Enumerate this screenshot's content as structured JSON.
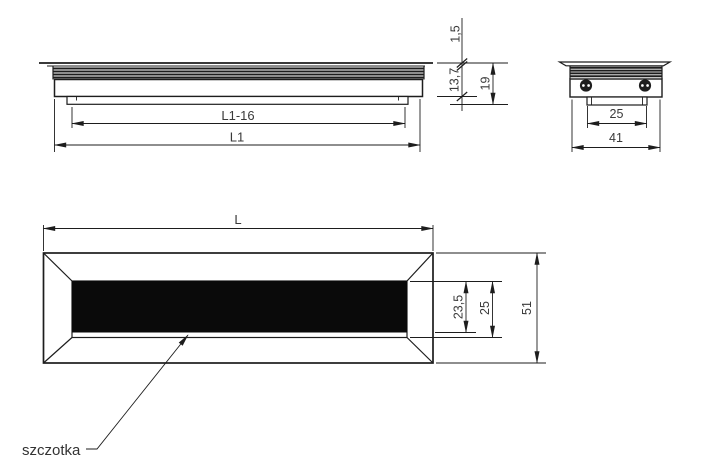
{
  "drawing": {
    "type": "technical-drawing",
    "subject": "cable grommet with brush",
    "background_color": "#ffffff",
    "line_color": "#1d1d1d",
    "text_color": "#3a3a3a",
    "brush_fill_color": "#0a0a0a",
    "views": {
      "side": {
        "name": "side-section-view",
        "dims": {
          "inner_length": "L1-16",
          "total_length": "L1",
          "flange_thickness": "1,5",
          "body_depth": "13,7",
          "total_height": "19"
        }
      },
      "end": {
        "name": "end-view",
        "dims": {
          "inner_width": "25",
          "outer_width": "41"
        }
      },
      "top": {
        "name": "top-view",
        "dims": {
          "total_length": "L",
          "brush_slot_height": "23,5",
          "opening_height": "25",
          "total_width": "51"
        },
        "callout": {
          "brush_label": "szczotka"
        }
      }
    }
  }
}
